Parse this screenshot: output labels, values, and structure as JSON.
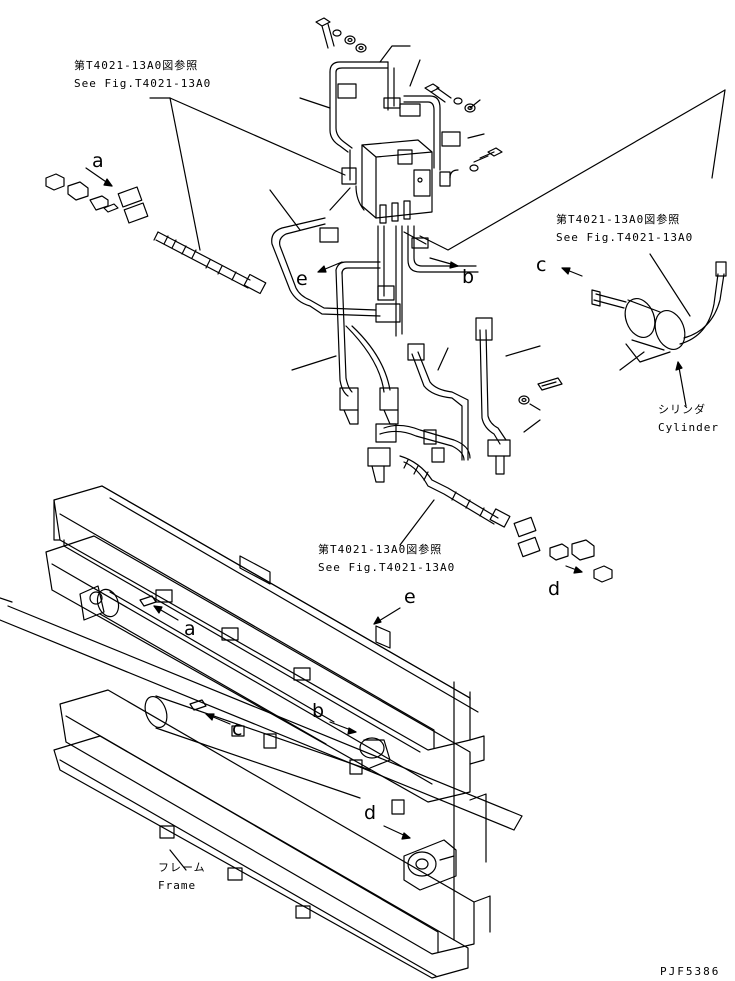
{
  "references": [
    {
      "jp": "第T4021-13A0図参照",
      "en": "See Fig.T4021-13A0"
    },
    {
      "jp": "第T4021-13A0図参照",
      "en": "See Fig.T4021-13A0"
    },
    {
      "jp": "第T4021-13A0図参照",
      "en": "See Fig.T4021-13A0"
    }
  ],
  "letters": {
    "a": "a",
    "b": "b",
    "c": "c",
    "d": "d",
    "e": "e"
  },
  "cylinder": {
    "jp": "シリンダ",
    "en": "Cylinder"
  },
  "frame": {
    "jp": "フレーム",
    "en": "Frame"
  },
  "drawing_code": "PJF5386"
}
